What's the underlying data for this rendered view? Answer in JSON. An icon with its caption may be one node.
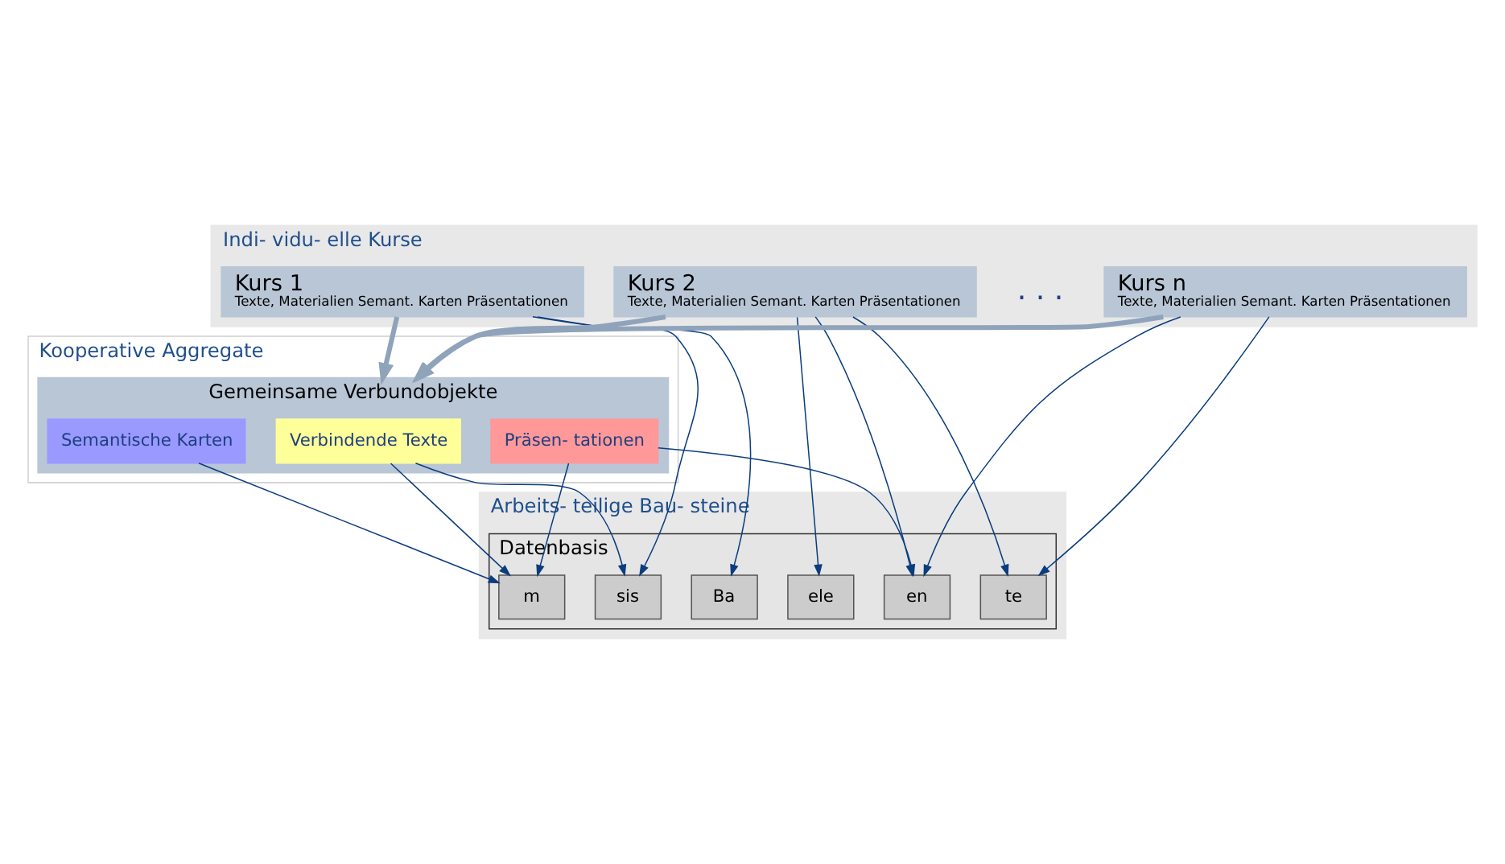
{
  "diagram": {
    "nodes": [
      {
        "text": [
          "Indi- vidu- elle Kurse"
        ]
      },
      {
        "text": [
          "Kurs 1",
          "Texte, Materialien Semant. Karten Präsentationen"
        ],
        "in": 0
      },
      {
        "text": [
          "Kurs 2",
          "Texte, Materialien Semant. Karten Präsentationen"
        ],
        "in": 0
      },
      {
        "text": [
          "Kurs n",
          "Texte, Materialien Semant. Karten Präsentationen"
        ],
        "in": 0
      },
      {
        "text": [
          "Kooperative Aggregate"
        ]
      },
      {
        "text": [
          "Gemeinsame Verbundobjekte"
        ],
        "in": 4
      },
      {
        "text": [
          "Verbindende Texte"
        ],
        "in": 5
      },
      {
        "text": [
          "Semantische Karten"
        ],
        "in": 5
      },
      {
        "text": [
          "Präsen- tationen"
        ],
        "in": 5
      },
      {
        "text": [
          "Arbeits- teilige Bau- steine"
        ]
      },
      {
        "text": [
          "Datenbasis"
        ],
        "in": 9
      },
      {
        "text": [
          "Ba"
        ],
        "in": 10
      },
      {
        "text": [
          "sis"
        ],
        "in": 10
      },
      {
        "text": [
          "ele"
        ],
        "in": 10
      },
      {
        "text": [
          "m"
        ],
        "in": 10
      },
      {
        "text": [
          "en"
        ],
        "in": 10
      },
      {
        "text": [
          "te"
        ],
        "in": 10
      }
    ],
    "edges": [
      {
        "from": 1,
        "to": 5,
        "arrow": "to",
        "style": "thick",
        "color": "#8fa3bb"
      },
      {
        "from": 2,
        "to": 5,
        "arrow": "to",
        "style": "thick",
        "color": "#8fa3bb"
      },
      {
        "from": 3,
        "to": 5,
        "arrow": "to",
        "style": "thick",
        "color": "#8fa3bb"
      },
      {
        "from": 1,
        "to": 11,
        "arrow": "to"
      },
      {
        "from": 1,
        "to": 12,
        "arrow": "to"
      },
      {
        "from": 2,
        "to": 13,
        "arrow": "to"
      },
      {
        "from": 2,
        "to": 15,
        "arrow": "to"
      },
      {
        "from": 2,
        "to": 16,
        "arrow": "to"
      },
      {
        "from": 3,
        "to": 15,
        "arrow": "to"
      },
      {
        "from": 3,
        "to": 16,
        "arrow": "to"
      },
      {
        "from": 6,
        "to": 12,
        "arrow": "to"
      },
      {
        "from": 6,
        "to": 14,
        "arrow": "to"
      },
      {
        "from": 7,
        "to": 14,
        "arrow": "to"
      },
      {
        "from": 8,
        "to": 14,
        "arrow": "to"
      },
      {
        "from": 8,
        "to": 15,
        "arrow": "to"
      }
    ],
    "labels": [
      ". . ."
    ]
  }
}
